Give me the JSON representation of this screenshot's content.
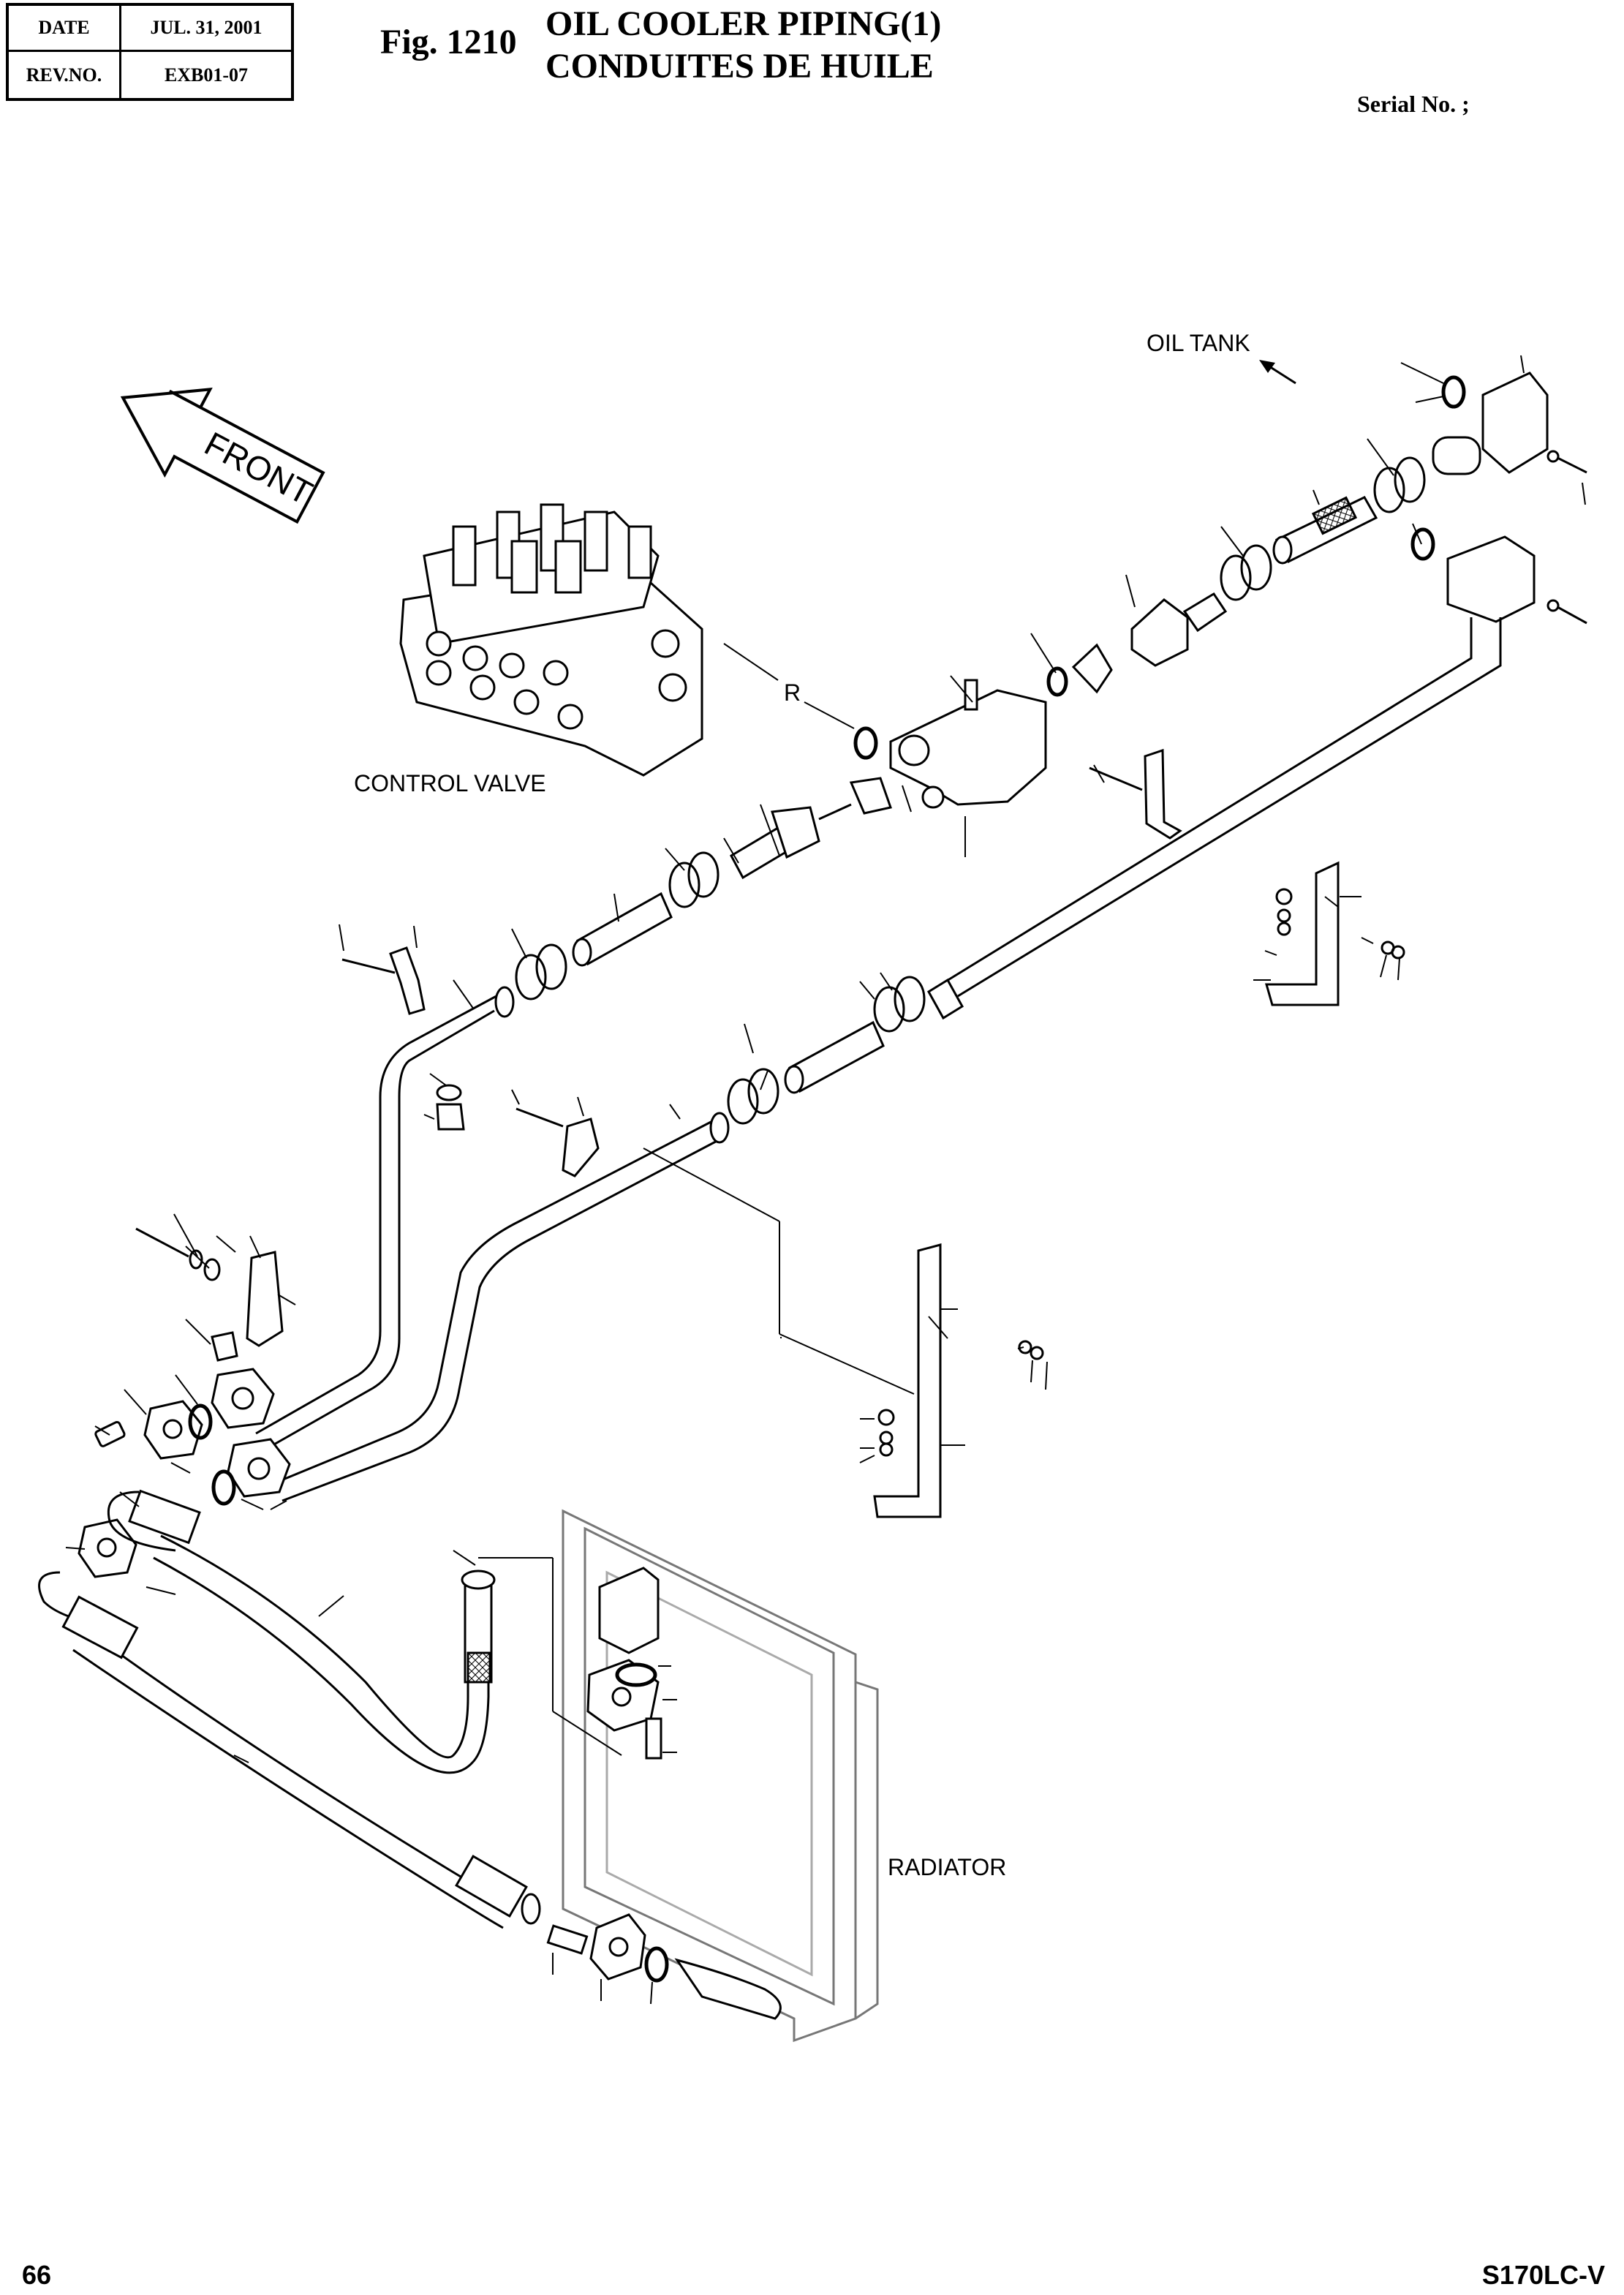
{
  "header": {
    "date_label": "DATE",
    "date_value": "JUL. 31, 2001",
    "rev_label": "REV.NO.",
    "rev_value": "EXB01-07",
    "fig_number": "Fig. 1210",
    "title_en": "OIL COOLER PIPING(1)",
    "title_fr": "CONDUITES DE HUILE",
    "serial": "Serial No. ;"
  },
  "labels": {
    "oil_tank": "OIL TANK",
    "front": "FRONT",
    "control_valve": "CONTROL VALVE",
    "radiator": "RADIATOR",
    "r_marker": "R"
  },
  "footer": {
    "page": "66",
    "model": "S170LC-V"
  }
}
